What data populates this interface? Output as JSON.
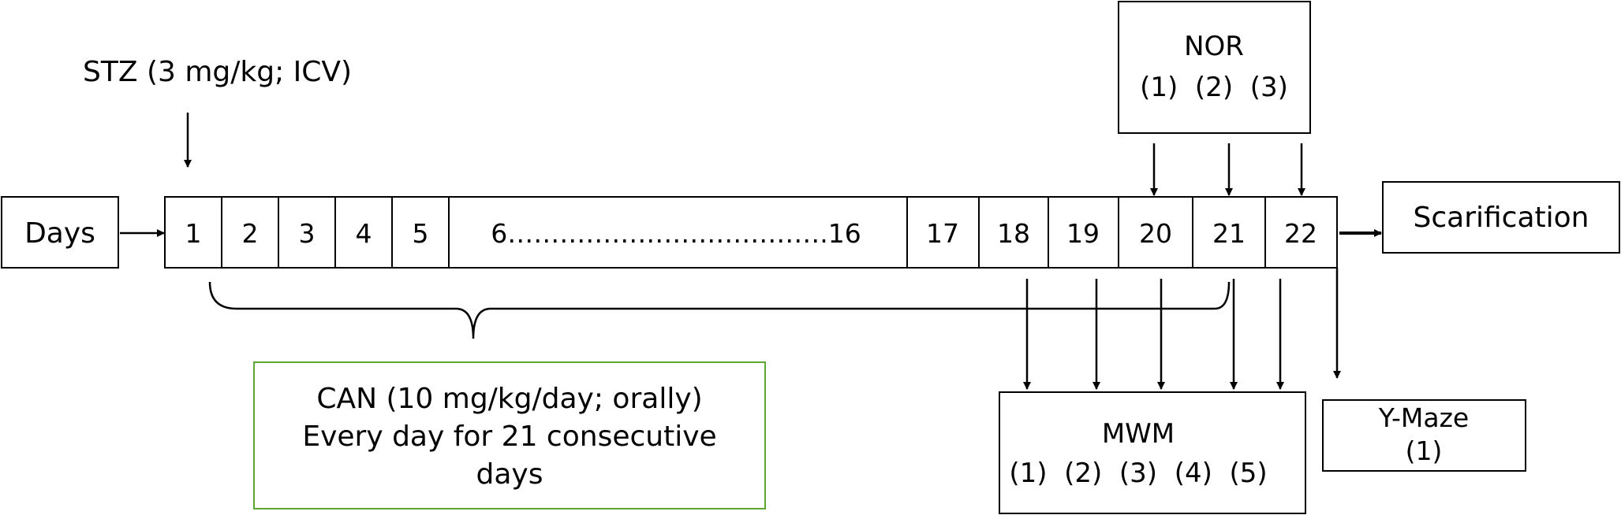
{
  "stz_label": "STZ (3 mg/kg; ICV)",
  "days_label": "Days",
  "day_cells": [
    "1",
    "2",
    "3",
    "4",
    "5",
    "6……………………………….16",
    "17",
    "18",
    "19",
    "20",
    "21",
    "22"
  ],
  "end_label": "Scarification",
  "nor": {
    "title": "NOR",
    "sessions": "(1)  (2)  (3)"
  },
  "can": {
    "line1": "CAN (10 mg/kg/day; orally)",
    "line2": "Every day for 21 consecutive",
    "line3": "days",
    "border_color": "#5aa832"
  },
  "mwm": {
    "title": "MWM",
    "sessions": "(1)  (2)  (3)  (4)  (5)"
  },
  "ymaze": {
    "title": "Y-Maze",
    "sessions": "(1)"
  }
}
